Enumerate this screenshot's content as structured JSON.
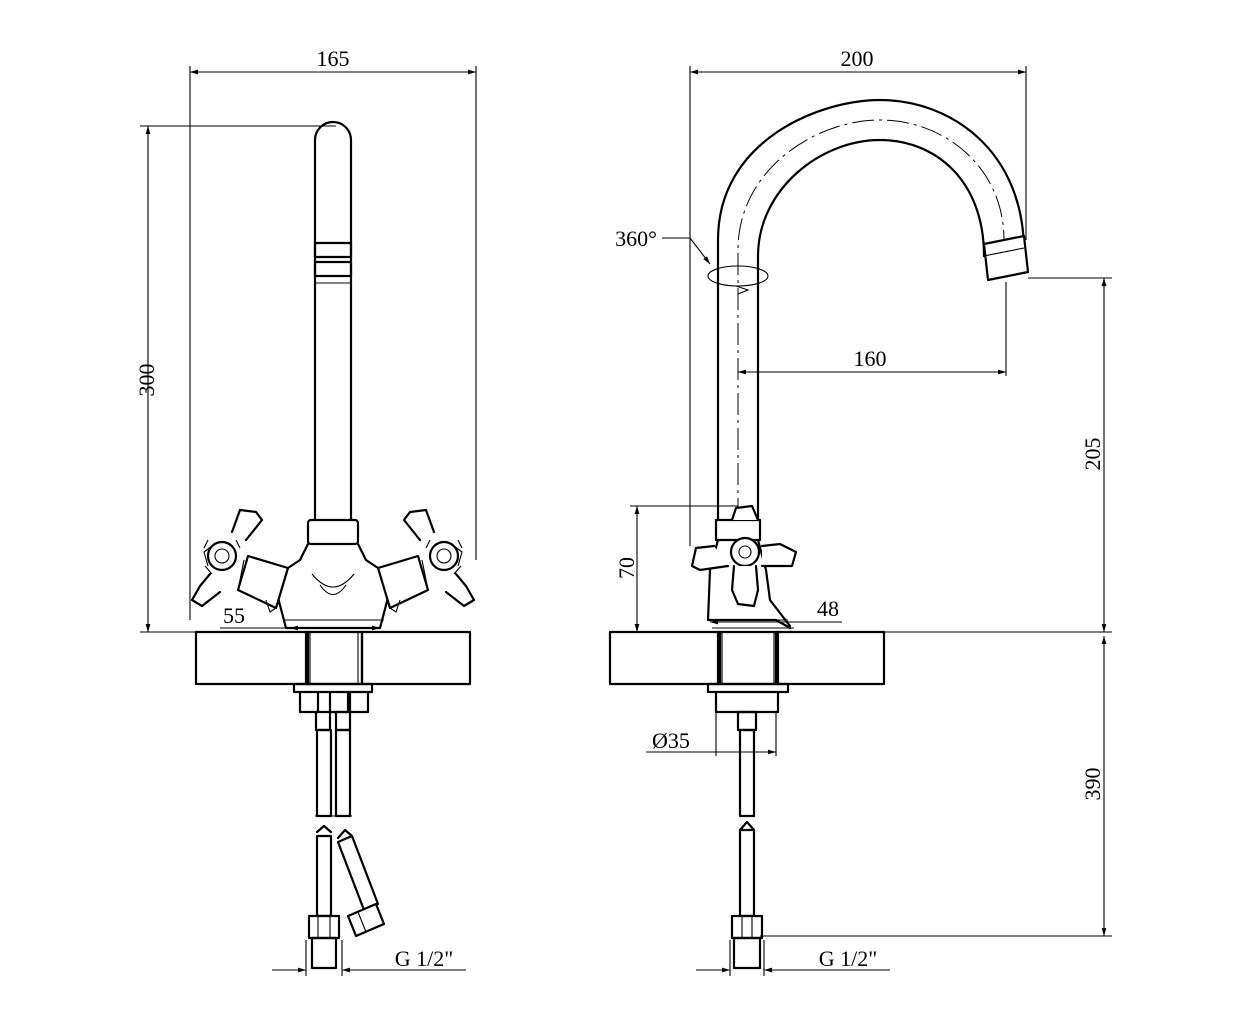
{
  "dimensions": {
    "front_width": "165",
    "front_height": "300",
    "front_base": "55",
    "front_thread": "G 1/2\"",
    "side_width": "200",
    "side_rotation": "360°",
    "side_reach": "160",
    "side_spout_height": "205",
    "side_handle_height": "70",
    "side_base": "48",
    "side_diameter": "Ø35",
    "side_hose_length": "390",
    "side_thread": "G 1/2\""
  }
}
